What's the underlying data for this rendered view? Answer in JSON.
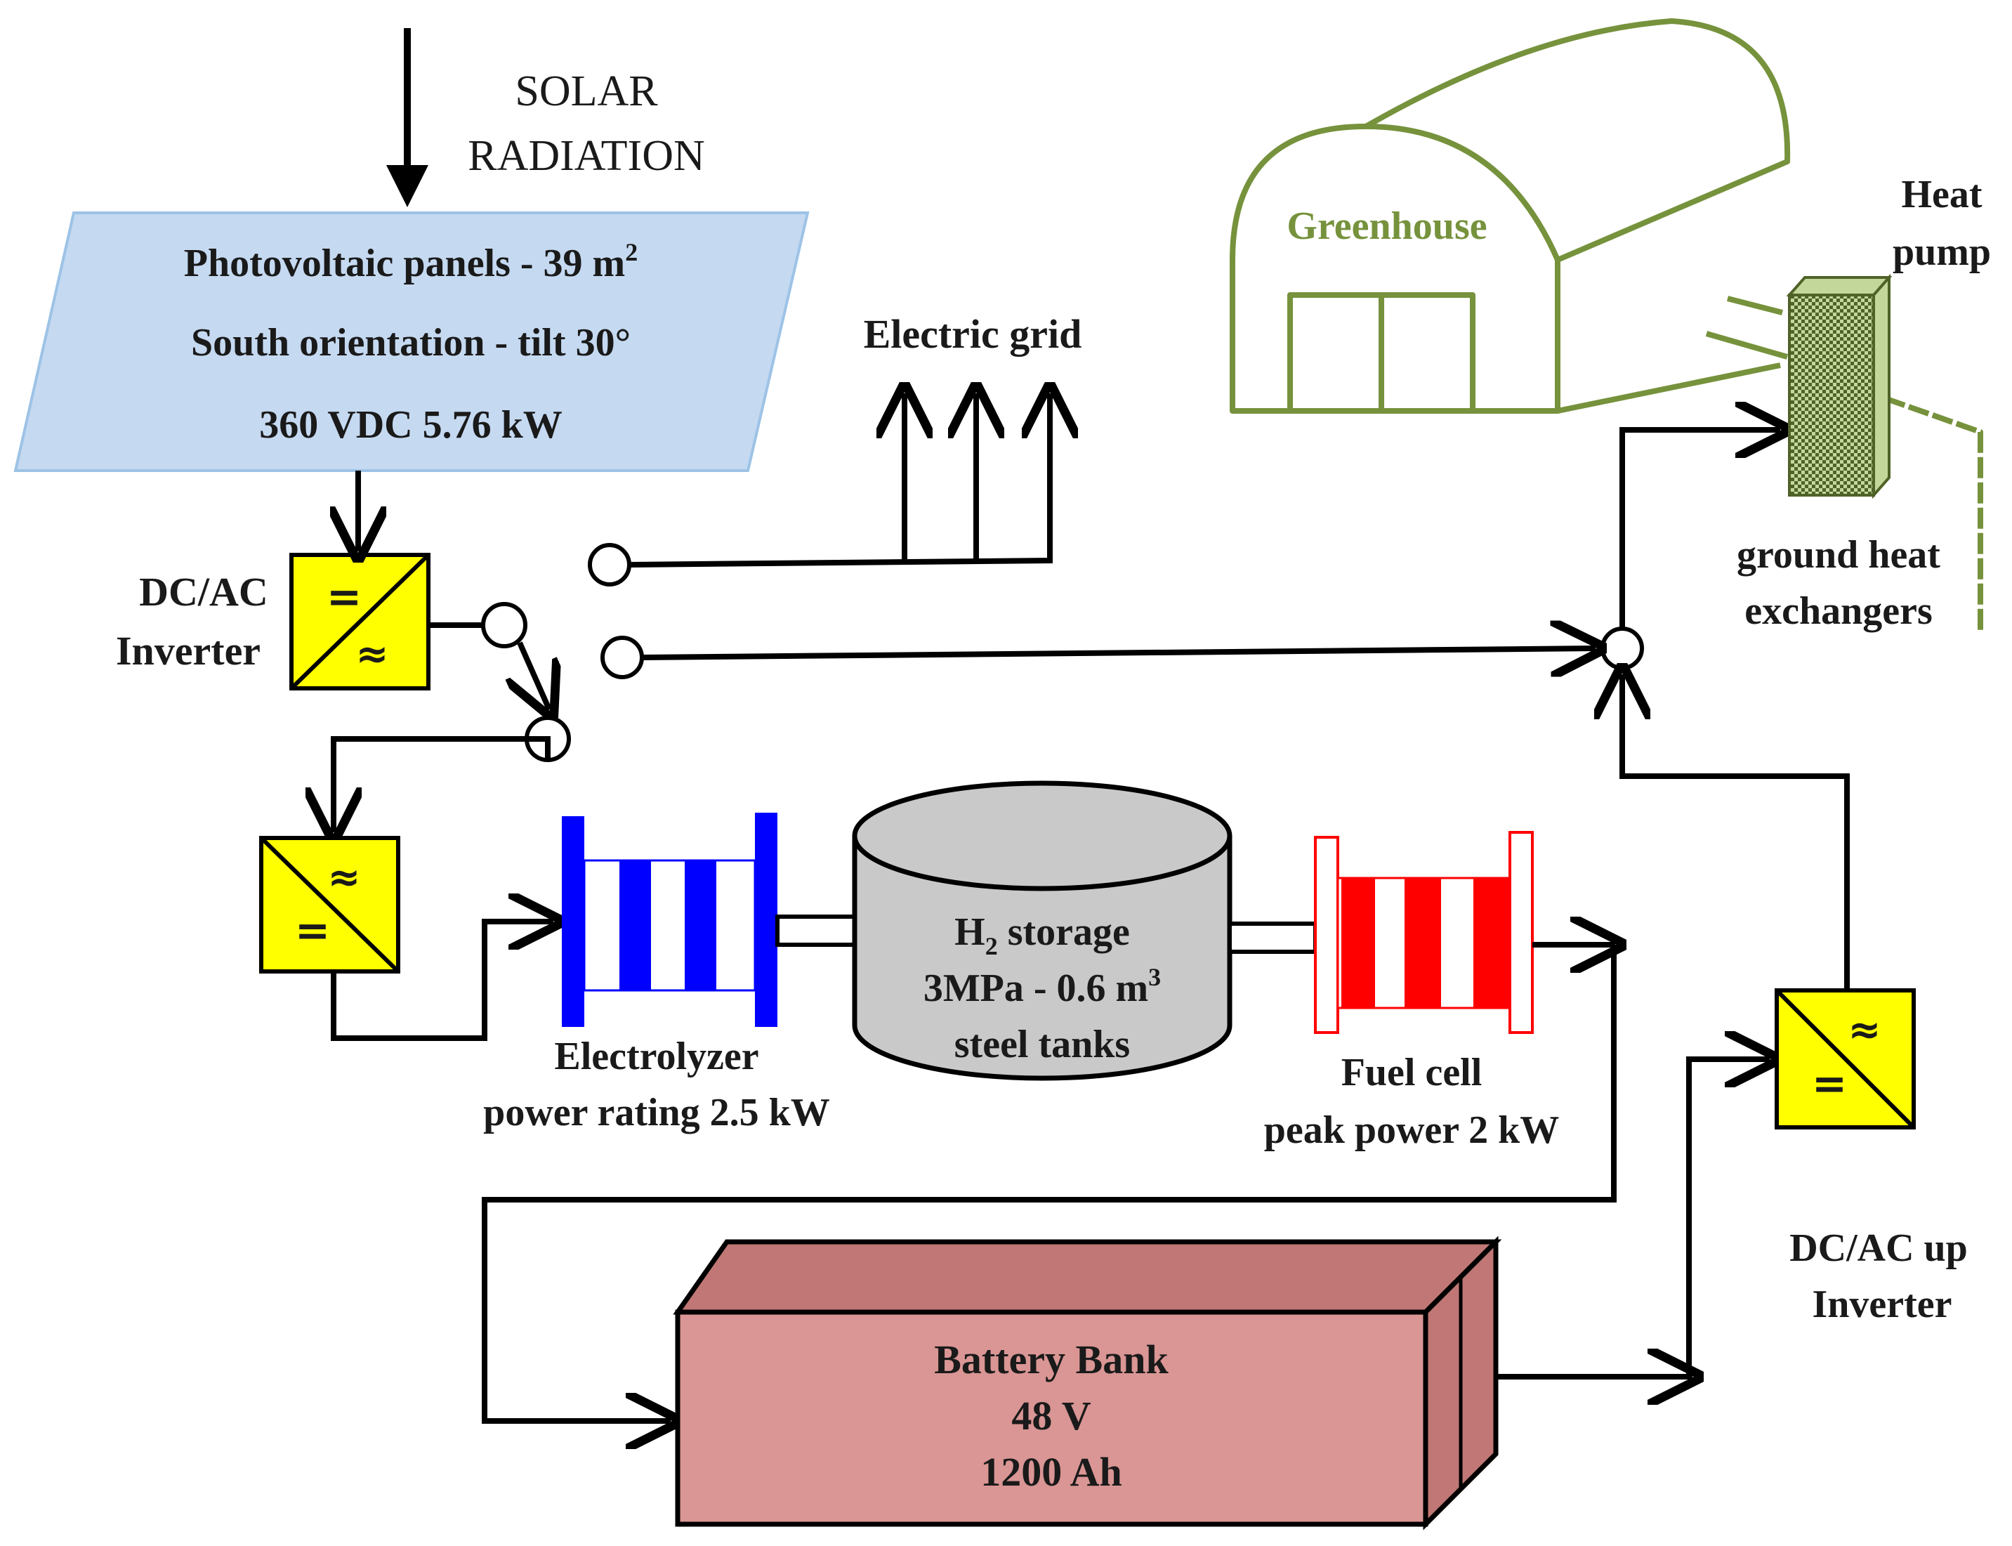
{
  "solar": {
    "line1": "SOLAR",
    "line2": "RADIATION"
  },
  "pv_panel": {
    "line1_main": "Photovoltaic  panels - 39 m",
    "line1_sup": "2",
    "line2": "South orientation  -  tilt  30°",
    "line3": "360 VDC  5.76 kW"
  },
  "inverter_main": {
    "line1": "DC/AC",
    "line2": "Inverter"
  },
  "converter_symbols": {
    "dc": "=",
    "ac": "≈"
  },
  "electric_grid": {
    "label": "Electric  grid"
  },
  "greenhouse": {
    "label": "Greenhouse"
  },
  "heat_pump": {
    "line1": "Heat",
    "line2": "pump"
  },
  "ground_hx": {
    "line1": "ground heat",
    "line2": "exchangers"
  },
  "electrolyzer": {
    "line1": "Electrolyzer",
    "line2": "power rating 2.5 kW"
  },
  "h2_storage": {
    "line1_main": "H",
    "line1_sub": "2",
    "line1_rest": " storage",
    "line2_main": "3MPa - 0.6 m",
    "line2_sup": "3",
    "line3": "steel tanks"
  },
  "fuel_cell": {
    "line1": "Fuel  cell",
    "line2": "peak power 2 kW"
  },
  "battery": {
    "line1": "Battery Bank",
    "line2": "48 V",
    "line3": "1200 Ah"
  },
  "inverter_up": {
    "line1": "DC/AC up",
    "line2": "Inverter"
  },
  "colors": {
    "pv_fill": "#c5d9f1",
    "pv_stroke": "#9dc3e6",
    "converter_fill": "#ffff00",
    "electrolyzer_blue": "#0000ff",
    "fuel_cell_red": "#ff0000",
    "storage_fill": "#c9c9c9",
    "battery_front": "#d99694",
    "battery_side": "#c07775",
    "greenhouse_green": "#76923c",
    "greenhouse_label": "#76923c",
    "heat_pump_fill": "#c4d79b"
  }
}
